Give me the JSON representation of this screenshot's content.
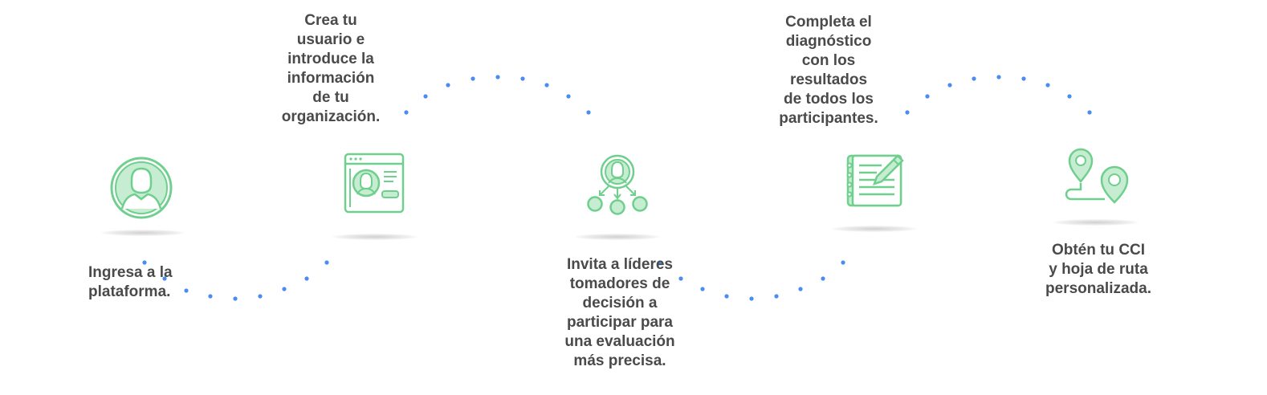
{
  "colors": {
    "green_stroke": "#6fcf8d",
    "green_fill": "#c6ecd2",
    "dot_blue": "#4a8cf0",
    "text": "#4a4a4a"
  },
  "steps": [
    {
      "icon": "user-icon",
      "lines": [
        "Ingresa a la",
        "plataforma."
      ]
    },
    {
      "icon": "profile-window-icon",
      "lines": [
        "Crea tu",
        "usuario e",
        "introduce la",
        "información",
        "de tu",
        "organización."
      ]
    },
    {
      "icon": "invite-network-icon",
      "lines": [
        "Invita a líderes",
        "tomadores de",
        "decisión a",
        "participar para",
        "una evaluación",
        "más precisa."
      ]
    },
    {
      "icon": "notebook-pencil-icon",
      "lines": [
        "Completa el",
        "diagnóstico",
        "con los",
        "resultados",
        "de todos los",
        "participantes."
      ]
    },
    {
      "icon": "route-pins-icon",
      "lines": [
        "Obtén tu CCI",
        "y hoja de ruta",
        "personalizada."
      ]
    }
  ]
}
